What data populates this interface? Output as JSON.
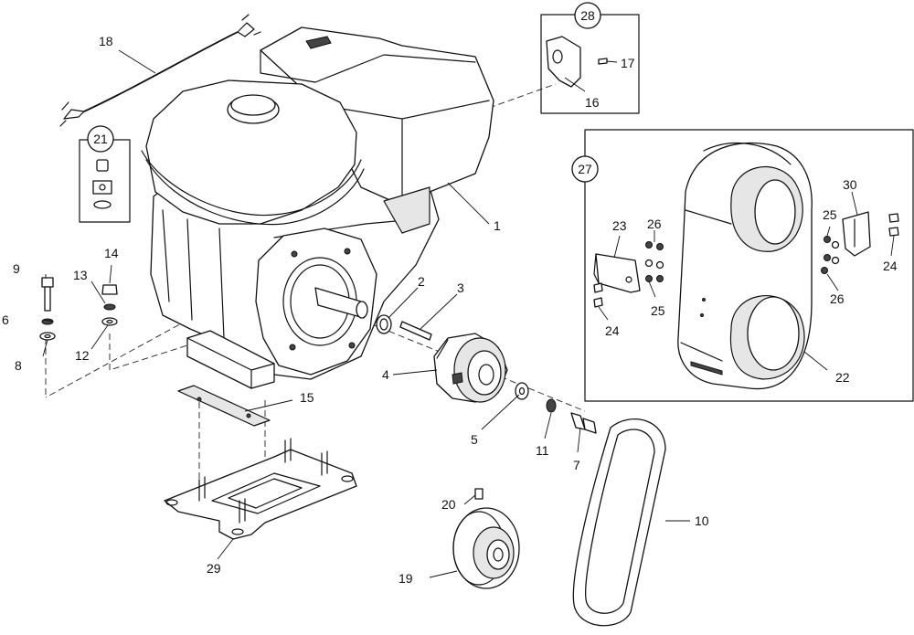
{
  "callouts": [
    {
      "id": "c1",
      "text": "1"
    },
    {
      "id": "c2",
      "text": "2"
    },
    {
      "id": "c3",
      "text": "3"
    },
    {
      "id": "c4",
      "text": "4"
    },
    {
      "id": "c5",
      "text": "5"
    },
    {
      "id": "c6",
      "text": "6"
    },
    {
      "id": "c7",
      "text": "7"
    },
    {
      "id": "c8",
      "text": "8"
    },
    {
      "id": "c9",
      "text": "9"
    },
    {
      "id": "c10",
      "text": "10"
    },
    {
      "id": "c11",
      "text": "11"
    },
    {
      "id": "c12",
      "text": "12"
    },
    {
      "id": "c13",
      "text": "13"
    },
    {
      "id": "c14",
      "text": "14"
    },
    {
      "id": "c15",
      "text": "15"
    },
    {
      "id": "c16",
      "text": "16"
    },
    {
      "id": "c17",
      "text": "17"
    },
    {
      "id": "c18",
      "text": "18"
    },
    {
      "id": "c19",
      "text": "19"
    },
    {
      "id": "c20",
      "text": "20"
    },
    {
      "id": "c22",
      "text": "22"
    },
    {
      "id": "c23",
      "text": "23"
    },
    {
      "id": "c24a",
      "text": "24"
    },
    {
      "id": "c24b",
      "text": "24"
    },
    {
      "id": "c25a",
      "text": "25"
    },
    {
      "id": "c25b",
      "text": "25"
    },
    {
      "id": "c26a",
      "text": "26"
    },
    {
      "id": "c26b",
      "text": "26"
    },
    {
      "id": "c29",
      "text": "29"
    },
    {
      "id": "c30",
      "text": "30"
    }
  ],
  "kits": [
    {
      "id": "k21",
      "text": "21"
    },
    {
      "id": "k27",
      "text": "27"
    },
    {
      "id": "k28",
      "text": "28"
    }
  ]
}
